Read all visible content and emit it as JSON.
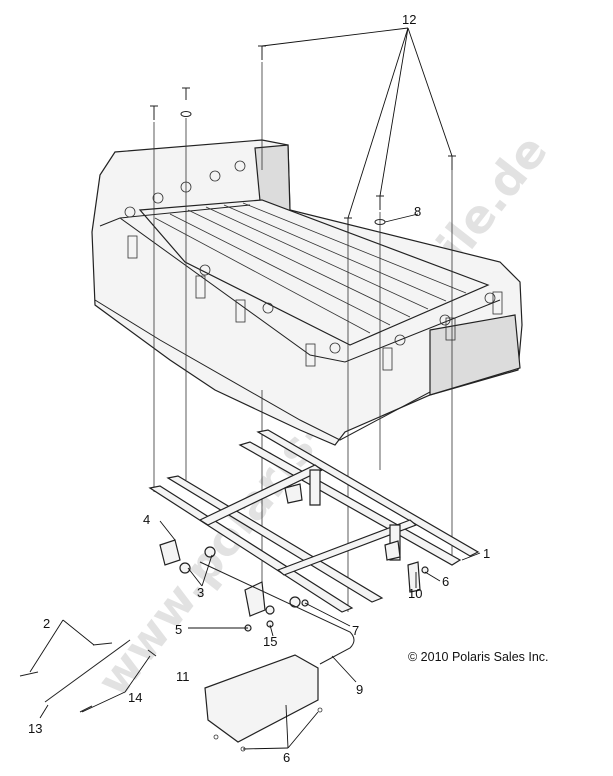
{
  "watermark": "www.polaris-ersatzteile.de",
  "copyright": "© 2010 Polaris Sales Inc.",
  "callouts": [
    {
      "id": "c1",
      "label": "1"
    },
    {
      "id": "c2",
      "label": "2"
    },
    {
      "id": "c3",
      "label": "3"
    },
    {
      "id": "c4",
      "label": "4"
    },
    {
      "id": "c5",
      "label": "5"
    },
    {
      "id": "c6a",
      "label": "6"
    },
    {
      "id": "c6b",
      "label": "6"
    },
    {
      "id": "c7",
      "label": "7"
    },
    {
      "id": "c8",
      "label": "8"
    },
    {
      "id": "c9",
      "label": "9"
    },
    {
      "id": "c10",
      "label": "10"
    },
    {
      "id": "c11",
      "label": "11"
    },
    {
      "id": "c12",
      "label": "12"
    },
    {
      "id": "c13",
      "label": "13"
    },
    {
      "id": "c14",
      "label": "14"
    },
    {
      "id": "c15",
      "label": "15"
    }
  ]
}
